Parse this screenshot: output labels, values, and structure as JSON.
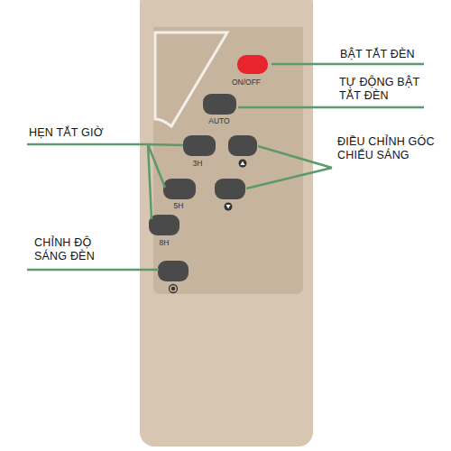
{
  "diagram": {
    "labels": [
      "BẬT TẮT ĐÈN",
      "ON/OFF",
      "TỰ ĐỘNG BẬT TẮT ĐÈN",
      "AUTO",
      "HẸN TẮT GIỜ",
      "3H",
      "ĐIỀU CHỈNH GÓC CHIẾU SÁNG",
      "5H",
      "8H",
      "CHỈNH ĐỘ SÁNG ĐÈN"
    ]
  }
}
